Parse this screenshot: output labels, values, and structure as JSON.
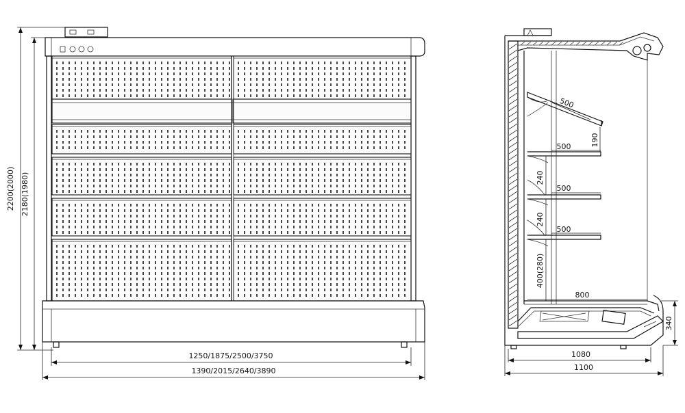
{
  "front_view": {
    "width_inner": "1250/1875/2500/3750",
    "width_outer": "1390/2015/2640/3890",
    "height_total": "2200(2000)",
    "height_body": "2180(1980)"
  },
  "side_view": {
    "shelf_incline_depth": "500",
    "shelf_upper_depth": "500",
    "shelf_middle_depth": "500",
    "shelf_lower_depth": "500",
    "base_depth": "800",
    "incline_height": "190",
    "spacing_a": "240",
    "spacing_b": "240",
    "bottom_height": "400(280)",
    "front_height": "340",
    "depth_inner": "1080",
    "depth_outer": "1100"
  }
}
